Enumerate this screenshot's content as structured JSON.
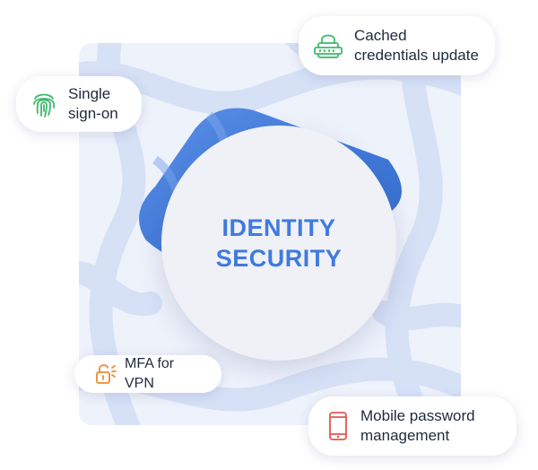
{
  "center": {
    "line1": "IDENTITY",
    "line2": "SECURITY",
    "color": "#3f7ae0"
  },
  "features": {
    "sso": {
      "label_line1": "Single",
      "label_line2": "sign-on",
      "icon": "fingerprint-icon",
      "icon_color": "#3db86b"
    },
    "cached": {
      "label_line1": "Cached",
      "label_line2": "credentials update",
      "icon": "padlock-password-icon",
      "icon_color": "#3db86b"
    },
    "mfa": {
      "label": "MFA for VPN",
      "icon": "unlock-icon",
      "icon_color": "#f0892f"
    },
    "mobile": {
      "label_line1": "Mobile password",
      "label_line2": "management",
      "icon": "smartphone-icon",
      "icon_color": "#e0564f"
    }
  }
}
